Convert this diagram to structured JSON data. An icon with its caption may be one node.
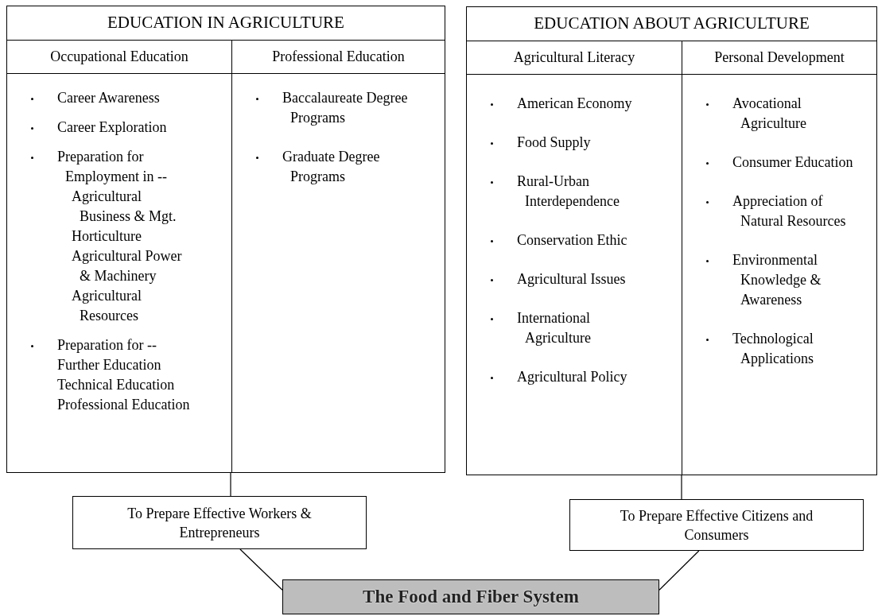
{
  "diagram": {
    "nodes": [
      {
        "text": [
          "EDUCATION IN AGRICULTURE"
        ]
      },
      {
        "text": [
          "Occupational Education",
          "Career Awareness",
          "Career Exploration",
          "Preparation for Employment in --",
          "Agricultural Business & Mgt.",
          "Horticulture",
          "Agricultural Power & Machinery",
          "Agricultural Resources",
          "Preparation for --",
          "Further Education",
          "Technical Education",
          "Professional Education"
        ],
        "in": 0
      },
      {
        "text": [
          "Professional Education",
          "Baccalaureate Degree Programs",
          "Graduate Degree Programs"
        ],
        "in": 0
      },
      {
        "text": [
          "EDUCATION ABOUT AGRICULTURE"
        ]
      },
      {
        "text": [
          "Agricultural Literacy",
          "American Economy",
          "Food Supply",
          "Rural-Urban Interdependence",
          "Conservation Ethic",
          "Agricultural Issues",
          "International Agriculture",
          "Agricultural Policy"
        ],
        "in": 3
      },
      {
        "text": [
          "Personal Development",
          "Avocational Agriculture",
          "Consumer Education",
          "Appreciation of Natural Resources",
          "Environmental Knowledge & Awareness",
          "Technological Applications"
        ],
        "in": 3
      },
      {
        "text": [
          "To Prepare Effective Workers & Entrepreneurs"
        ]
      },
      {
        "text": [
          "To Prepare Effective Citizens and Consumers"
        ]
      },
      {
        "text": [
          "The Food and Fiber System"
        ]
      }
    ],
    "edges": [
      {
        "from": 0,
        "to": 6,
        "arrow": "none"
      },
      {
        "from": 3,
        "to": 7,
        "arrow": "none"
      },
      {
        "from": 6,
        "to": 8,
        "arrow": "none"
      },
      {
        "from": 7,
        "to": 8,
        "arrow": "none"
      }
    ]
  }
}
